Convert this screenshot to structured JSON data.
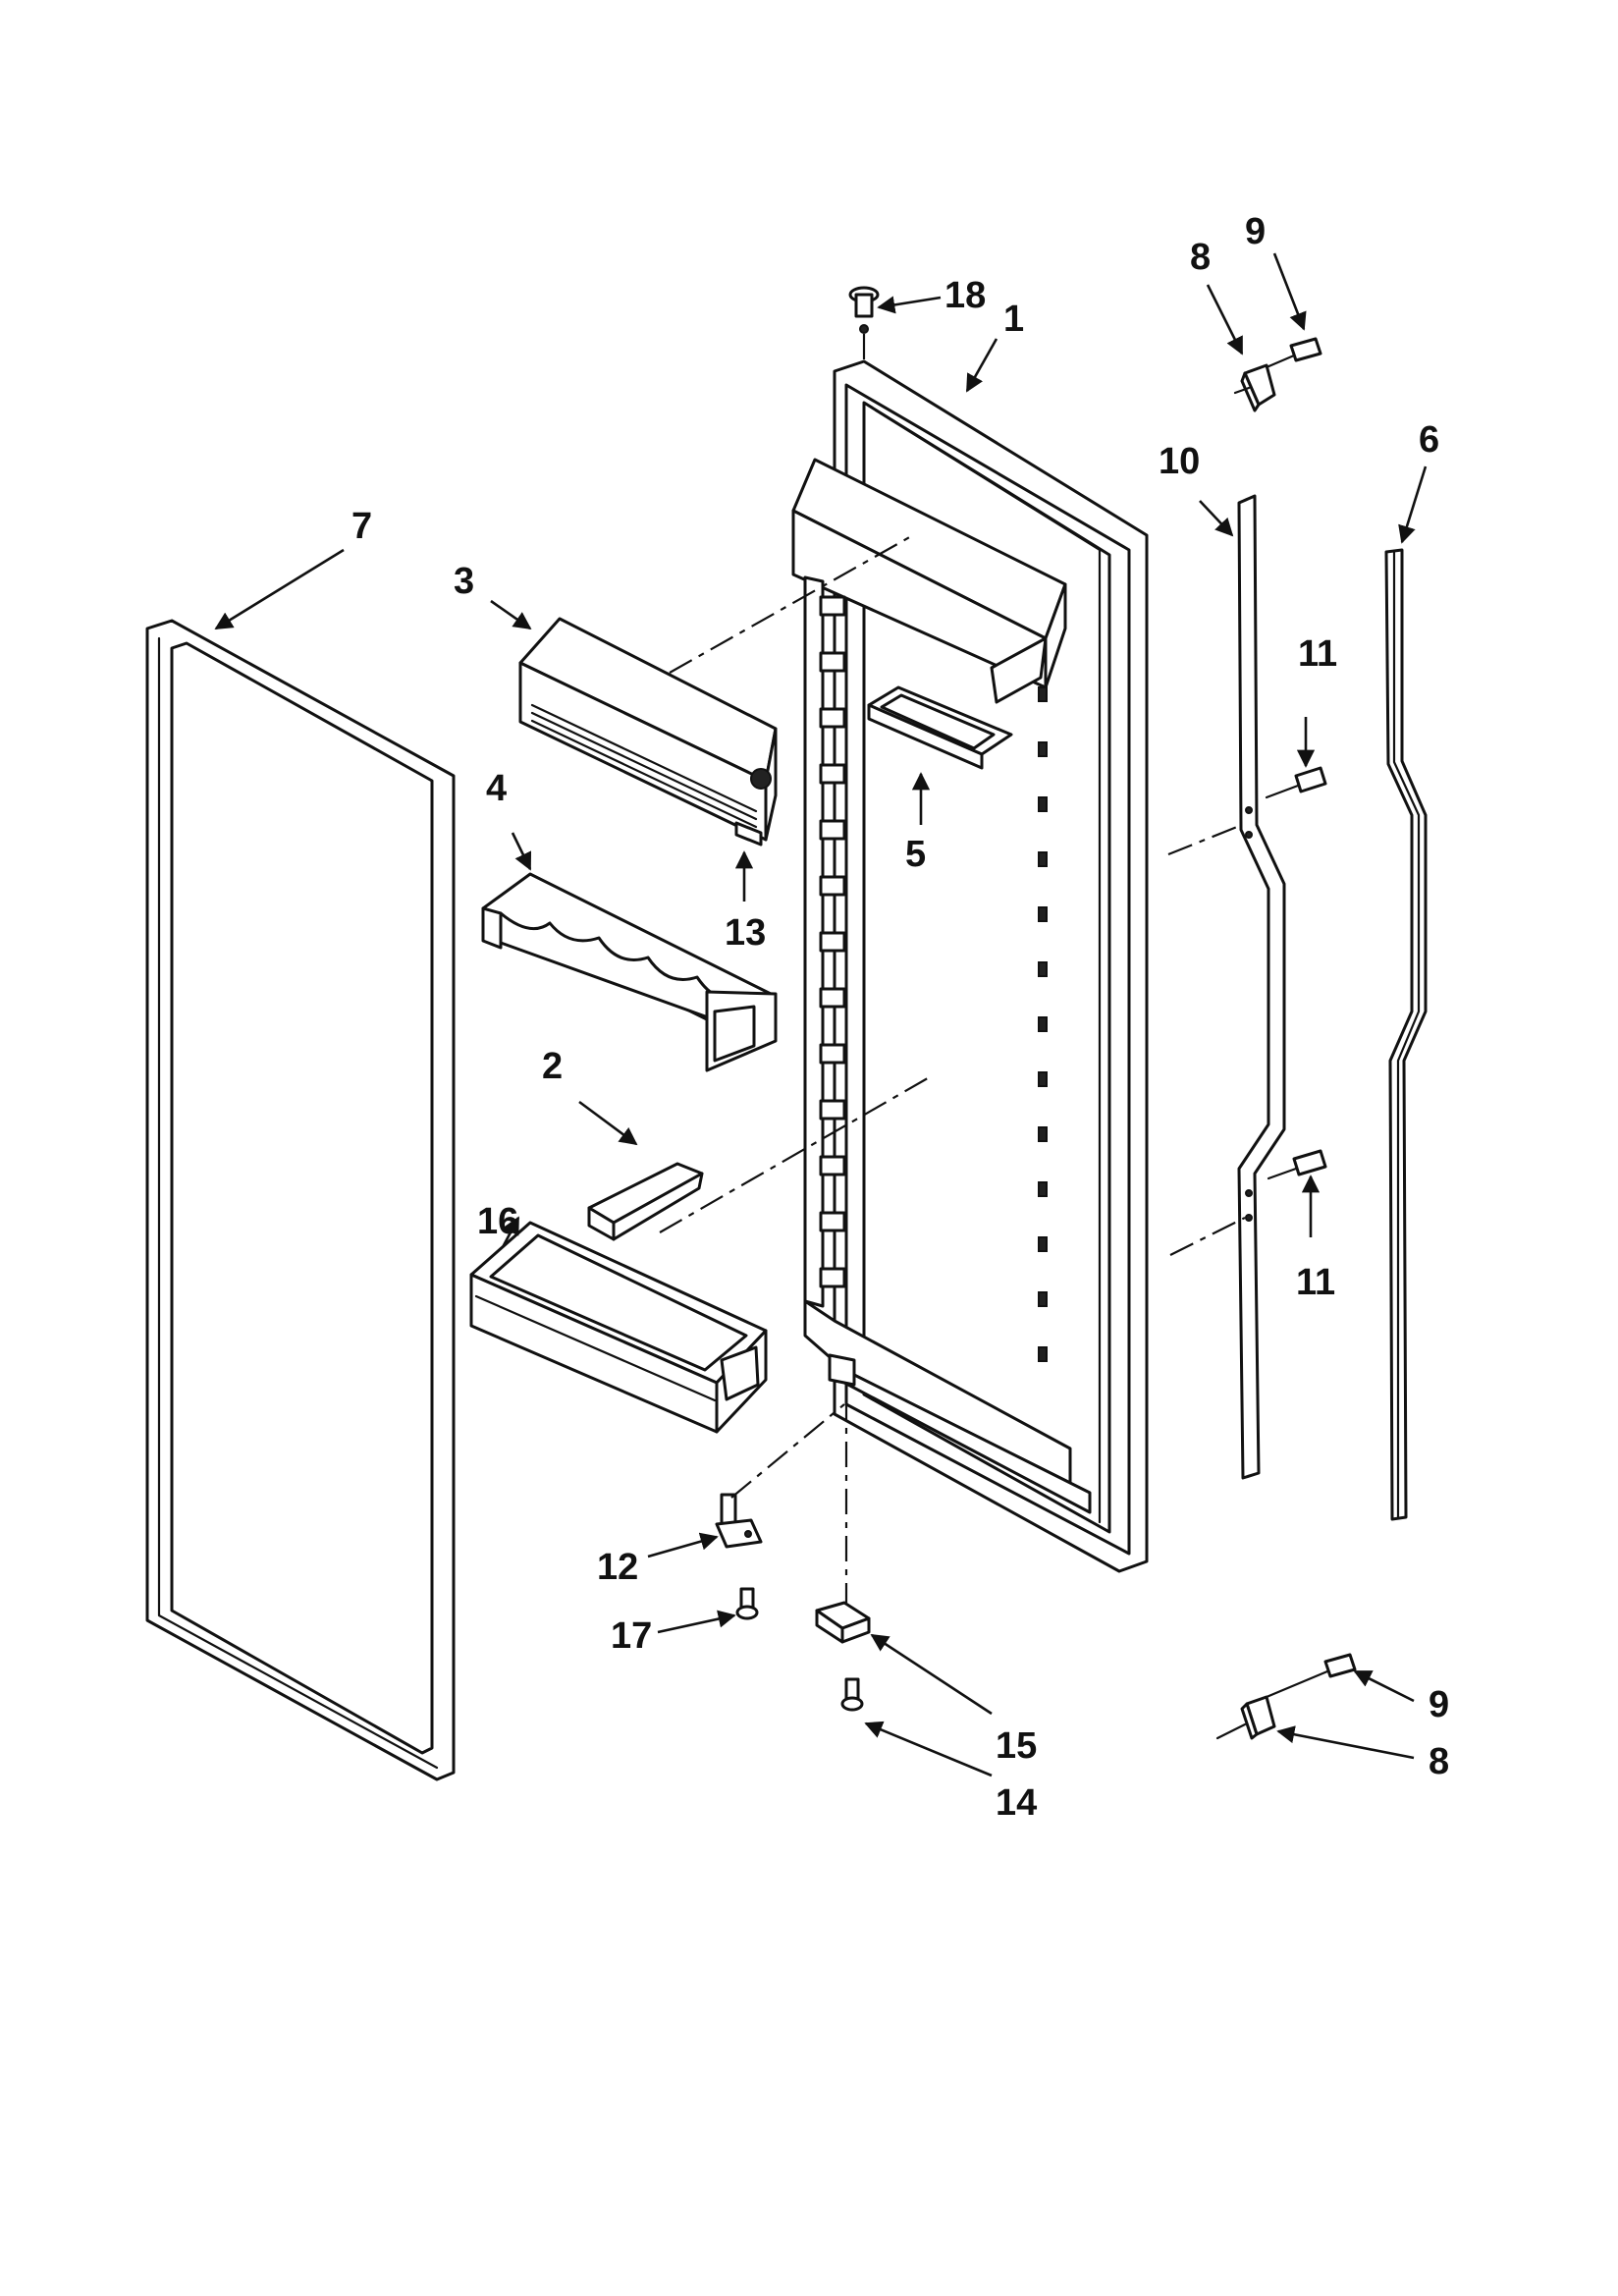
{
  "callouts": {
    "c1": "1",
    "c2": "2",
    "c3": "3",
    "c4": "4",
    "c5": "5",
    "c6": "6",
    "c7": "7",
    "c8a": "8",
    "c8b": "8",
    "c9a": "9",
    "c9b": "9",
    "c10": "10",
    "c11a": "11",
    "c11b": "11",
    "c12": "12",
    "c13": "13",
    "c14": "14",
    "c15": "15",
    "c16": "16",
    "c17": "17",
    "c18": "18"
  },
  "colors": {
    "line": "#111111",
    "paper": "#ffffff"
  }
}
